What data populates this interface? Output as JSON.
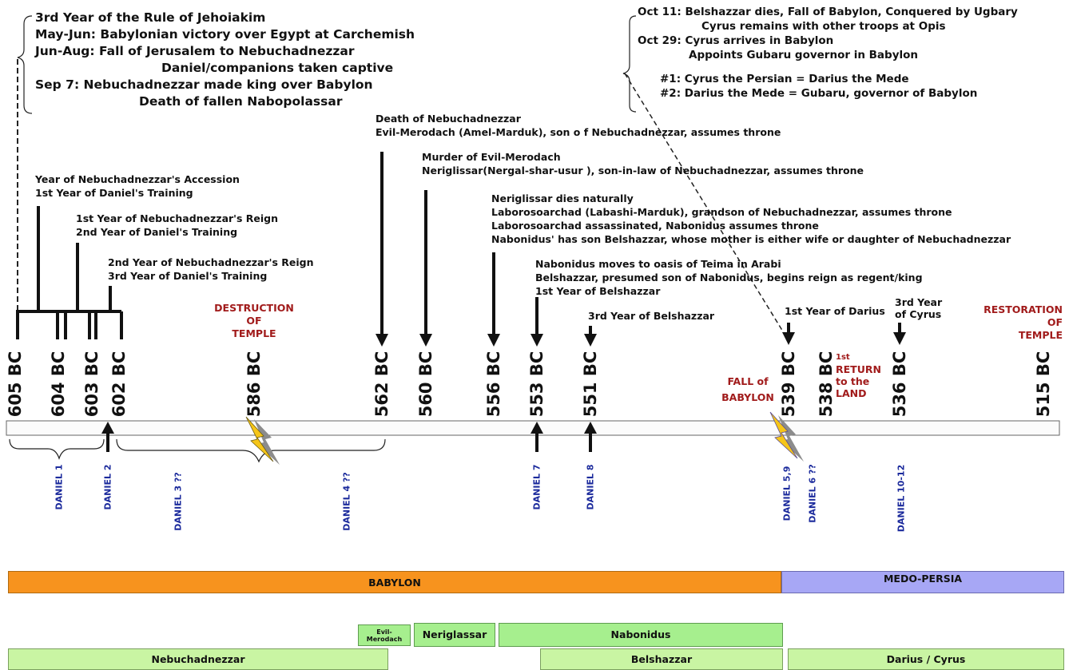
{
  "top_left_notes": [
    "3rd Year of the Rule of Jehoiakim",
    "May-Jun: Babylonian victory over Egypt at Carchemish",
    "Jun-Aug: Fall of Jerusalem to Nebuchadnezzar",
    "Daniel/companions taken captive",
    "Sep 7: Nebuchadnezzar made king over Babylon",
    "Death of fallen Nabopolassar"
  ],
  "top_right_notes": [
    "Oct 11: Belshazzar dies, Fall of Babylon, Conquered by Ugbary",
    "Cyrus remains with other troops at Opis",
    "Oct 29: Cyrus arrives in Babylon",
    "Appoints Gubaru governor in Babylon",
    "#1: Cyrus the Persian = Darius the Mede",
    "#2: Darius the Mede = Gubaru, governor of Babylon"
  ],
  "events": {
    "e562": [
      "Death of Nebuchadnezzar",
      "Evil-Merodach (Amel-Marduk), son o f Nebuchadnezzar, assumes throne"
    ],
    "e560": [
      "Murder of Evil-Merodach",
      "Neriglissar(Nergal-shar-usur ), son-in-law of Nebuchadnezzar, assumes throne"
    ],
    "e556": [
      "Neriglissar dies naturally",
      "Laborosoarchad (Labashi-Marduk), grandson of Nebuchadnezzar, assumes throne",
      "Laborosoarchad assassinated, Nabonidus assumes throne",
      "Nabonidus' has son Belshazzar, whose mother is either wife or daughter of Nebuchadnezzar"
    ],
    "e553": [
      "Nabonidus moves to oasis of Teima in Arabi",
      "Belshazzar, presumed son of Nabonidus, begins reign as regent/king",
      "1st Year of Belshazzar"
    ],
    "e551": "3rd Year of Belshazzar",
    "e539": "1st Year of Darius",
    "e536": [
      "3rd Year",
      "of Cyrus"
    ]
  },
  "accession": {
    "a605": [
      "Year of Nebuchadnezzar's Accession",
      "1st Year of Daniel's Training"
    ],
    "a604": [
      "1st Year of Nebuchadnezzar's Reign",
      "2nd Year of Daniel's Training"
    ],
    "a603": [
      "2nd Year of Nebuchadnezzar's Reign",
      "3rd Year of Daniel's Training"
    ]
  },
  "red_labels": {
    "destruction": [
      "DESTRUCTION",
      "OF",
      "TEMPLE"
    ],
    "restoration": [
      "RESTORATION",
      "OF",
      "TEMPLE"
    ],
    "fall": [
      "FALL of",
      "BABYLON"
    ],
    "return": [
      "1st",
      "RETURN",
      "to the",
      "LAND"
    ]
  },
  "dates": [
    "605 BC",
    "604 BC",
    "603 BC",
    "602 BC",
    "586 BC",
    "562 BC",
    "560 BC",
    "556 BC",
    "553 BC",
    "551 BC",
    "539 BC",
    "538 BC",
    "536 BC",
    "515 BC"
  ],
  "daniel_chapters": [
    "DANIEL 1",
    "DANIEL 2",
    "DANIEL 3 ??",
    "DANIEL 4 ??",
    "DANIEL 7",
    "DANIEL 8",
    "DANIEL 5,9",
    "DANIEL 6 ??",
    "DANIEL 10-12"
  ],
  "empires": {
    "babylon": "BABYLON",
    "medo_persia": "MEDO-PERSIA"
  },
  "kings": {
    "evil_merodach": [
      "Evil-",
      "Merodach"
    ],
    "neriglassar": "Neriglassar",
    "nabonidus": "Nabonidus",
    "nebuchadnezzar": "Nebuchadnezzar",
    "belshazzar": "Belshazzar",
    "darius_cyrus": "Darius / Cyrus"
  },
  "colors": {
    "babylon": "#f7931e",
    "medo_persia": "#a7a7f5",
    "king_bar": "#a6ef8e",
    "ruler_bar": "#c9f5a3",
    "red_text": "#a11b1b",
    "chapter_text": "#1b2a9c",
    "lightning": "#f5c518"
  }
}
